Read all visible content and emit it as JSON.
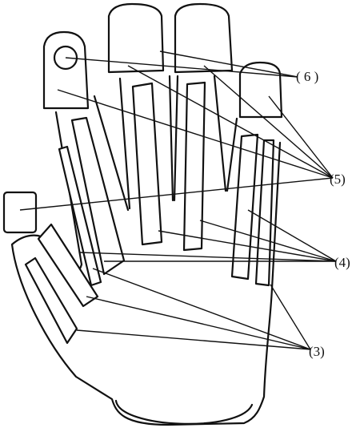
{
  "figure": {
    "callouts": {
      "c6": "( 6 )",
      "c5": "(5)",
      "c4": "(4)",
      "c3": "(3)"
    }
  }
}
